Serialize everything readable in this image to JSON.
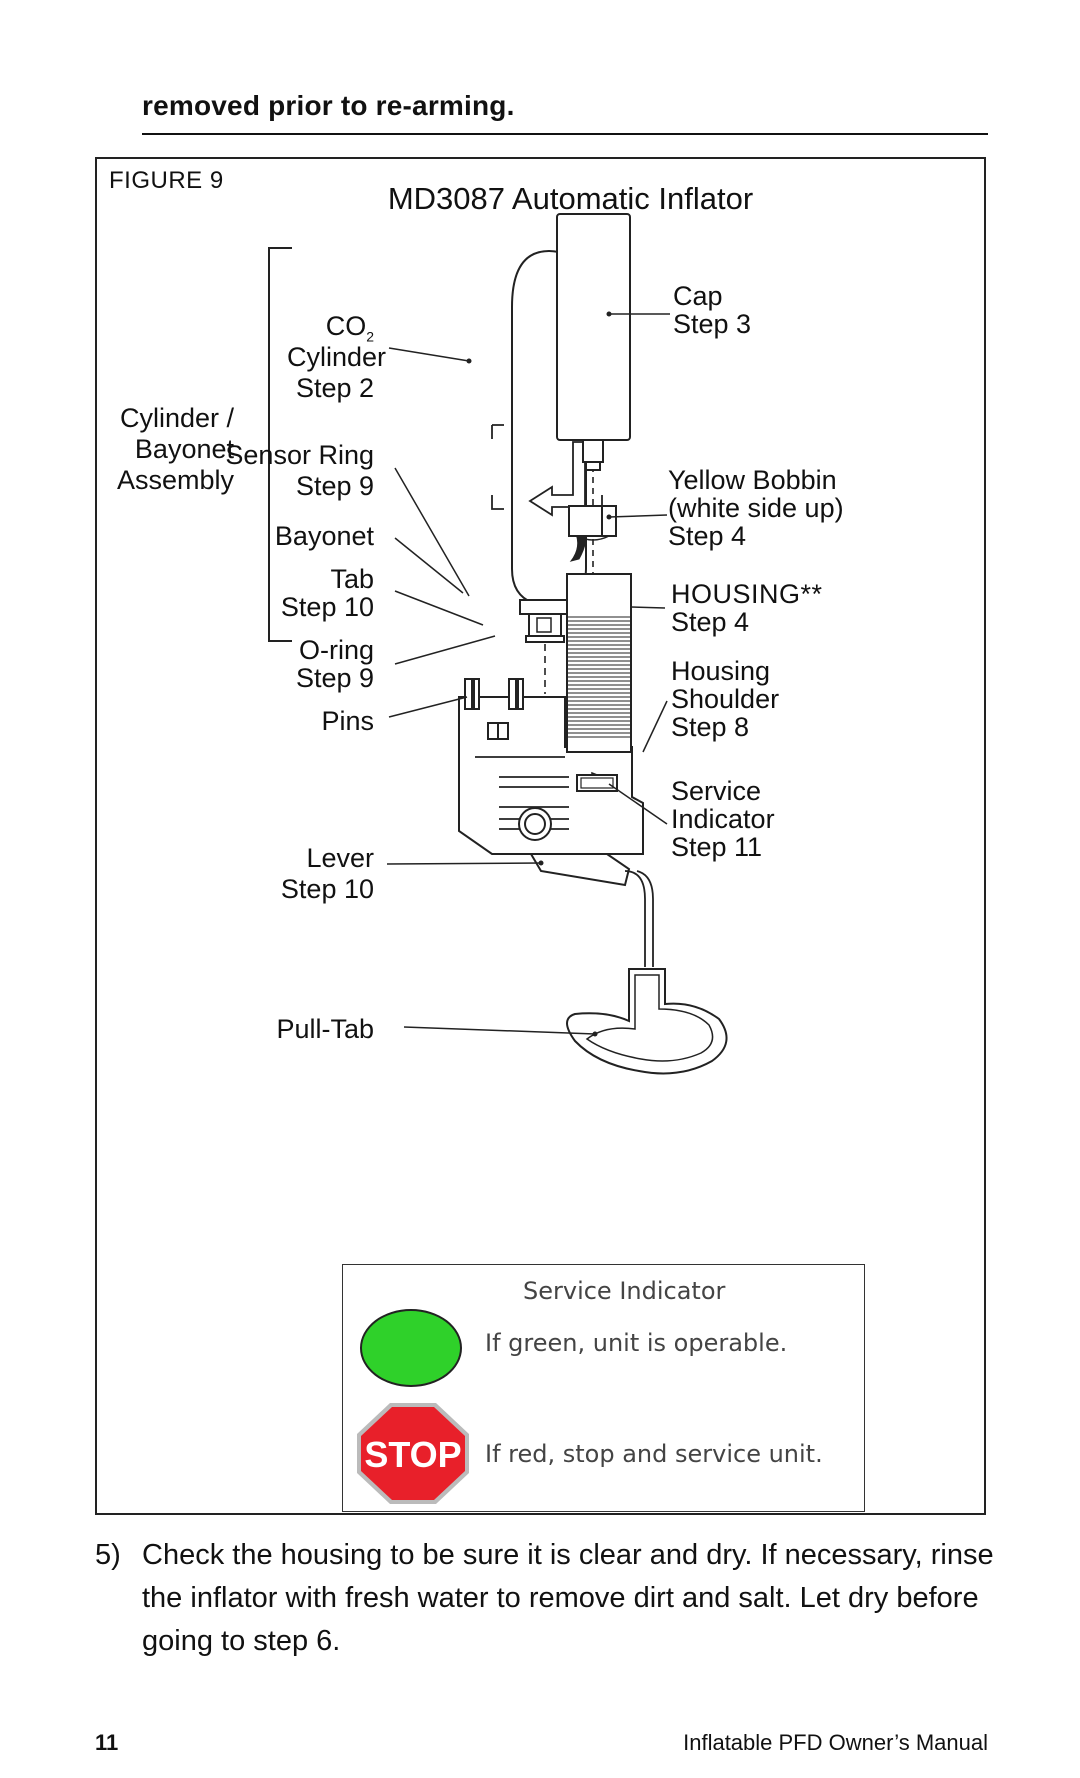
{
  "lead_text": "removed prior to re-arming.",
  "figure": {
    "label": "FIGURE 9",
    "title": "MD3087 Automatic Inflator",
    "labels": {
      "co2": "CO",
      "co2_sub": "2",
      "cylinder": "Cylinder",
      "cylinder_step": "Step 2",
      "assembly": [
        "Cylinder /",
        "Bayonet",
        "Assembly"
      ],
      "sensor_ring": "Sensor Ring",
      "sensor_ring_step": "Step 9",
      "bayonet": "Bayonet",
      "tab": "Tab",
      "tab_step": "Step 10",
      "oring": "O-ring",
      "oring_step": "Step 9",
      "pins": "Pins",
      "lever": "Lever",
      "lever_step": "Step 10",
      "pull_tab": "Pull-Tab",
      "cap": "Cap",
      "cap_step": "Step 3",
      "bobbin": "Yellow Bobbin",
      "bobbin_note": "(white side up)",
      "bobbin_step": "Step 4",
      "housing": "HOUSING**",
      "housing_step": "Step 4",
      "shoulder_1": "Housing",
      "shoulder_2": "Shoulder",
      "shoulder_step": "Step 8",
      "service_1": "Service",
      "service_2": "Indicator",
      "service_step": "Step 11"
    },
    "service_panel": {
      "title": "Service Indicator",
      "green_text": "If green, unit is operable.",
      "stop_sign": "STOP",
      "red_text": "If red, stop and service unit.",
      "colors": {
        "green": "#2fd12a",
        "red": "#e8202a"
      }
    }
  },
  "paragraph": {
    "number": "5)",
    "text": "Check the housing to be sure it is clear and dry. If necessary, rinse the inflator with fresh water to remove dirt and salt. Let dry before going to step 6."
  },
  "footer": {
    "page_number": "11",
    "manual_title": "Inflatable PFD Owner’s Manual"
  }
}
